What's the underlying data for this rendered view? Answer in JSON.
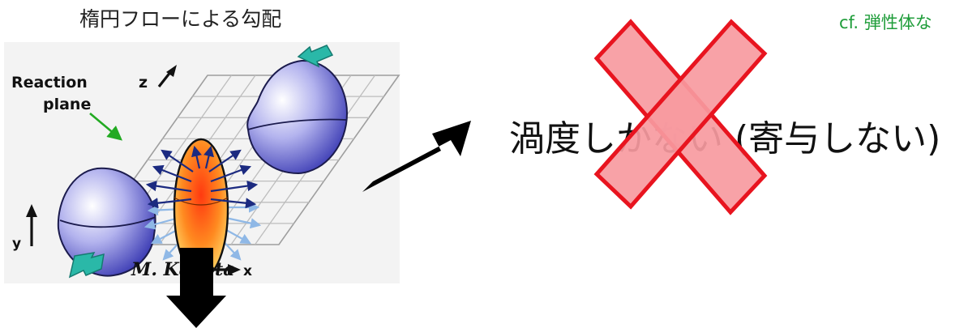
{
  "header": {
    "title": "楕円フローによる勾配",
    "cf_note": "cf. 弾性体な"
  },
  "figure": {
    "reaction_plane_label": [
      "Reaction",
      "plane"
    ],
    "axis_z": "z",
    "axis_y": "y",
    "axis_x": "x",
    "credit": "M. Kaneta"
  },
  "statement": "渦度しかない (寄与しない)",
  "colors": {
    "cross_fill": "#f79aa0",
    "cross_stroke": "#e8141f",
    "cf_green": "#1f9d3a",
    "arrow": "#000000"
  }
}
